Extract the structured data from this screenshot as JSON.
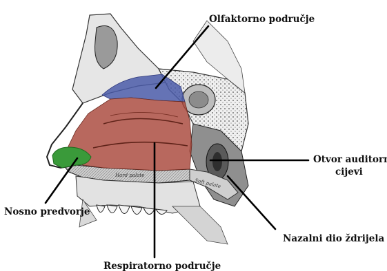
{
  "labels": {
    "olfactory": "Olfaktorno područje",
    "auditory_line1": "Otvor auditorne",
    "auditory_line2": "cijevi",
    "vestibule": "Nosno predvorje",
    "pharynx": "Nazalni dio ždrijela",
    "respiratory": "Respiratorno područje"
  },
  "engraved_text": {
    "hard_palate": "Hard palate",
    "soft_palate": "Soft palate"
  },
  "colors": {
    "olfactory_region": "#4a5aa8",
    "respiratory_region": "#a8473a",
    "vestibule_region": "#3a9a3a",
    "bone": "#d9d9d9",
    "outline": "#222222"
  }
}
